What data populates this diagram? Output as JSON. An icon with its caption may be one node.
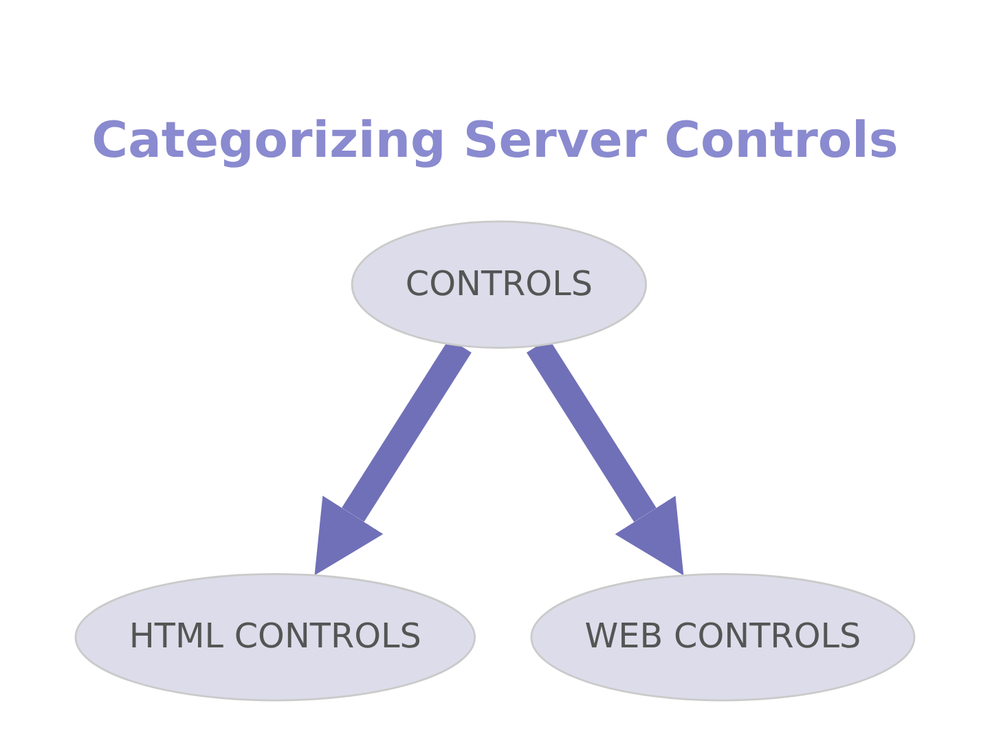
{
  "diagram": {
    "title": "Categorizing Server Controls",
    "nodes": [
      {
        "text": [
          "CONTROLS"
        ]
      },
      {
        "text": [
          "HTML CONTROLS"
        ]
      },
      {
        "text": [
          "WEB CONTROLS"
        ]
      }
    ],
    "edges": [
      {
        "from": 0,
        "to": 1,
        "arrow": "to"
      },
      {
        "from": 0,
        "to": 2,
        "arrow": "to"
      }
    ]
  }
}
